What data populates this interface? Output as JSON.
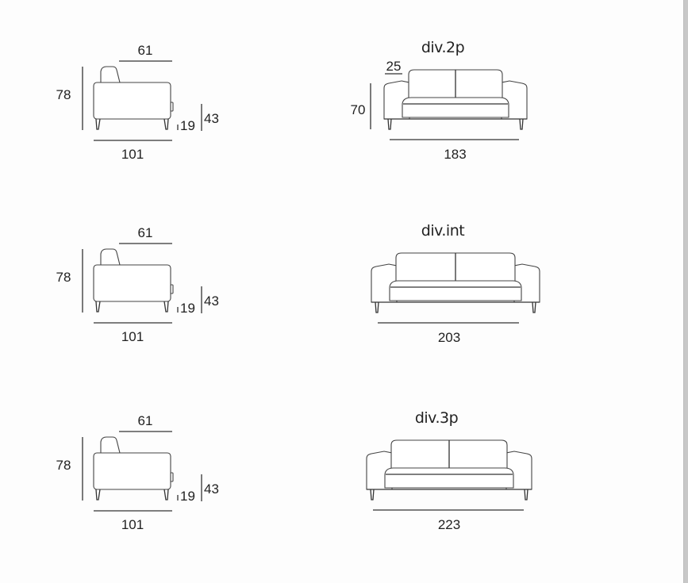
{
  "side_views": [
    {
      "depth": "61",
      "height": "78",
      "leg_height": "19",
      "seat_height": "43",
      "width": "101"
    },
    {
      "depth": "61",
      "height": "78",
      "leg_height": "19",
      "seat_height": "43",
      "width": "101"
    },
    {
      "depth": "61",
      "height": "78",
      "leg_height": "19",
      "seat_height": "43",
      "width": "101"
    }
  ],
  "front_views": [
    {
      "title": "div.2p",
      "arm_width": "25",
      "height": "70",
      "width": "183"
    },
    {
      "title": "div.int",
      "width": "203"
    },
    {
      "title": "div.3p",
      "width": "223"
    }
  ],
  "colors": {
    "line": "#333333",
    "background": "#fdfdfd",
    "scrollbar": "#c8c8c8"
  }
}
